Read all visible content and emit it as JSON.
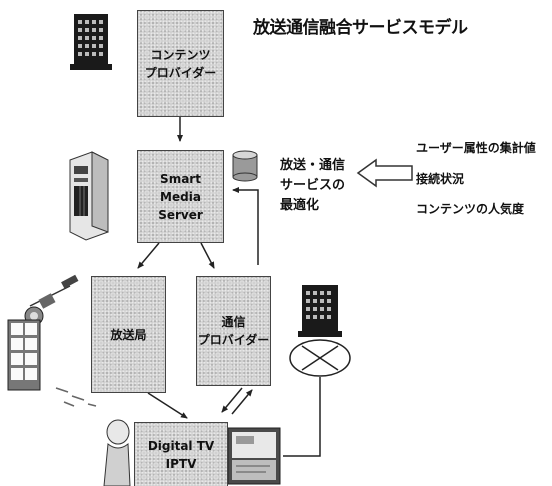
{
  "title": "放送通信融合サービスモデル",
  "boxes": {
    "content_provider": [
      "コンテンツ",
      "プロバイダー"
    ],
    "smart_media_server": [
      "Smart Media",
      "Server"
    ],
    "broadcaster": [
      "放送局"
    ],
    "telecom_provider": [
      "通信",
      "プロバイダー"
    ],
    "digital_tv": [
      "Digital TV",
      "IPTV"
    ]
  },
  "optimization": [
    "放送・通信",
    "サービスの",
    "最適化"
  ],
  "factors": [
    "ユーザー属性の集計値",
    "接続状況",
    "コンテンツの人気度"
  ],
  "icons": [
    "office-building-icon",
    "server-tower-icon",
    "database-icon",
    "satellite-icon",
    "solar-panel-icon",
    "office-building-icon",
    "network-switch-icon",
    "person-icon",
    "tv-screen-icon",
    "arrow-icon"
  ],
  "colors": {
    "box_fill": "#cfcfcf",
    "border": "#444444",
    "line": "#222222"
  }
}
